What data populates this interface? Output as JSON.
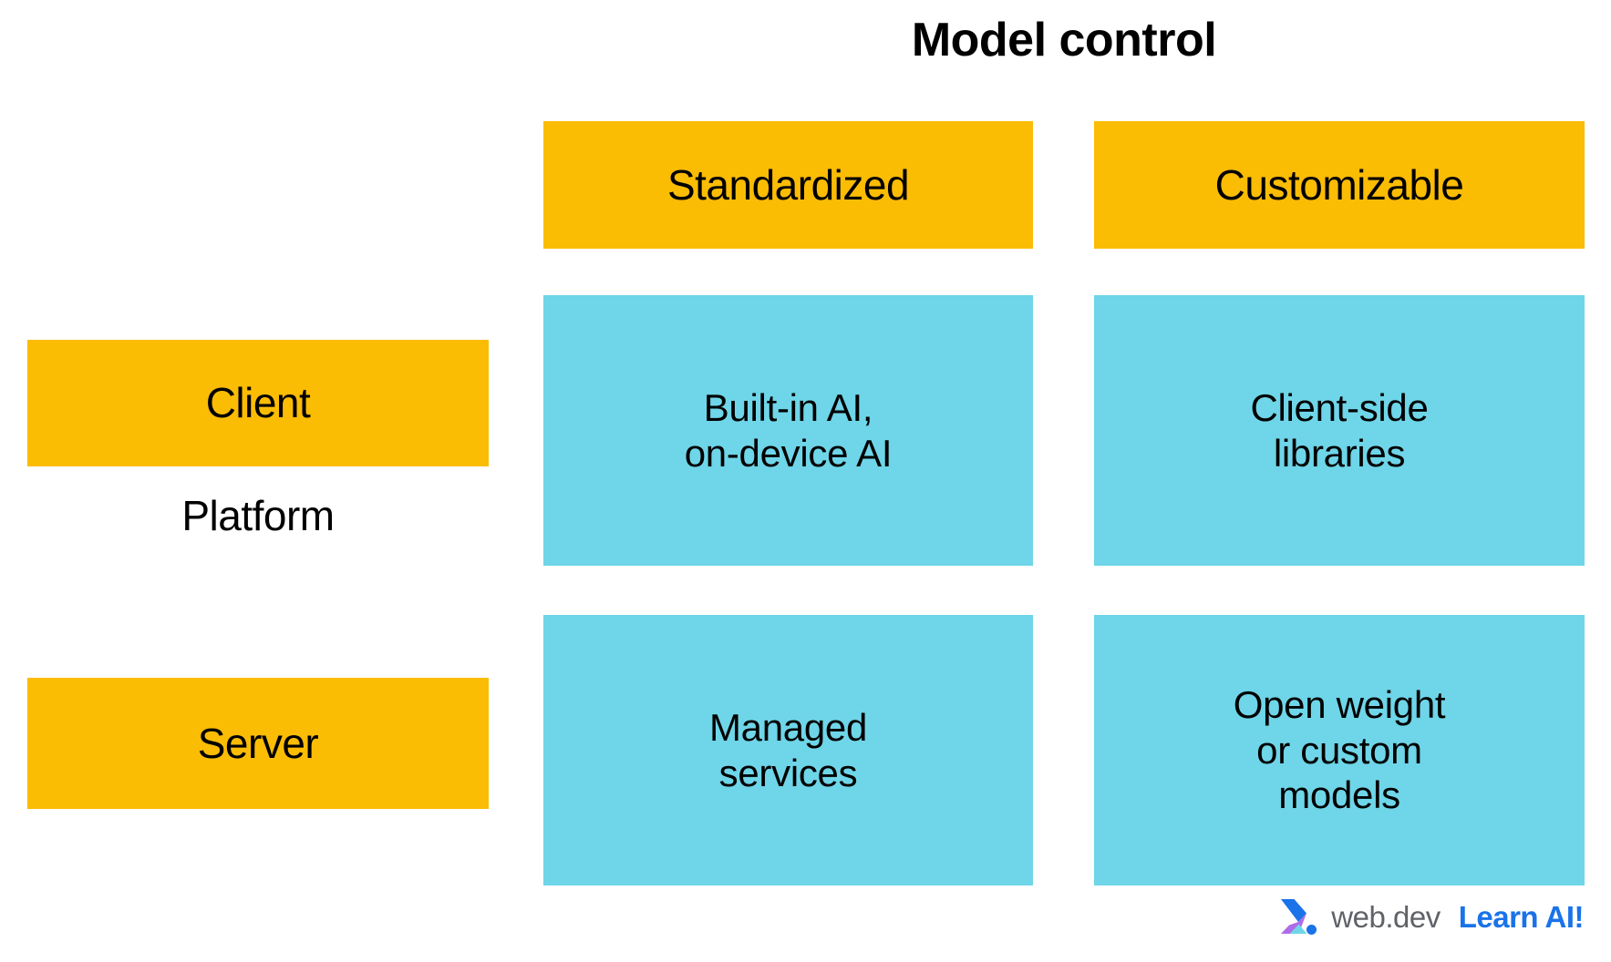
{
  "title": "Model control",
  "colors": {
    "header_yellow": "#FBBC04",
    "cell_blue": "#6FD5E8",
    "background": "#FFFFFF",
    "text": "#000000",
    "brand_gray": "#5F6368",
    "tagline_blue": "#1A73E8"
  },
  "matrix": {
    "column_axis_label": "Model control",
    "row_axis_label": "Platform",
    "columns": [
      {
        "label": "Standardized"
      },
      {
        "label": "Customizable"
      }
    ],
    "rows": [
      {
        "label": "Client"
      },
      {
        "label": "Server"
      }
    ],
    "cells": [
      {
        "row": "Client",
        "column": "Standardized",
        "text": "Built-in AI,\non-device AI"
      },
      {
        "row": "Client",
        "column": "Customizable",
        "text": "Client-side\nlibraries"
      },
      {
        "row": "Server",
        "column": "Standardized",
        "text": "Managed\nservices"
      },
      {
        "row": "Server",
        "column": "Customizable",
        "text": "Open weight\nor custom\nmodels"
      }
    ]
  },
  "footer": {
    "logo_icon": "webdev-chevron-logo-icon",
    "brand": "web.dev",
    "tagline": "Learn AI!"
  }
}
